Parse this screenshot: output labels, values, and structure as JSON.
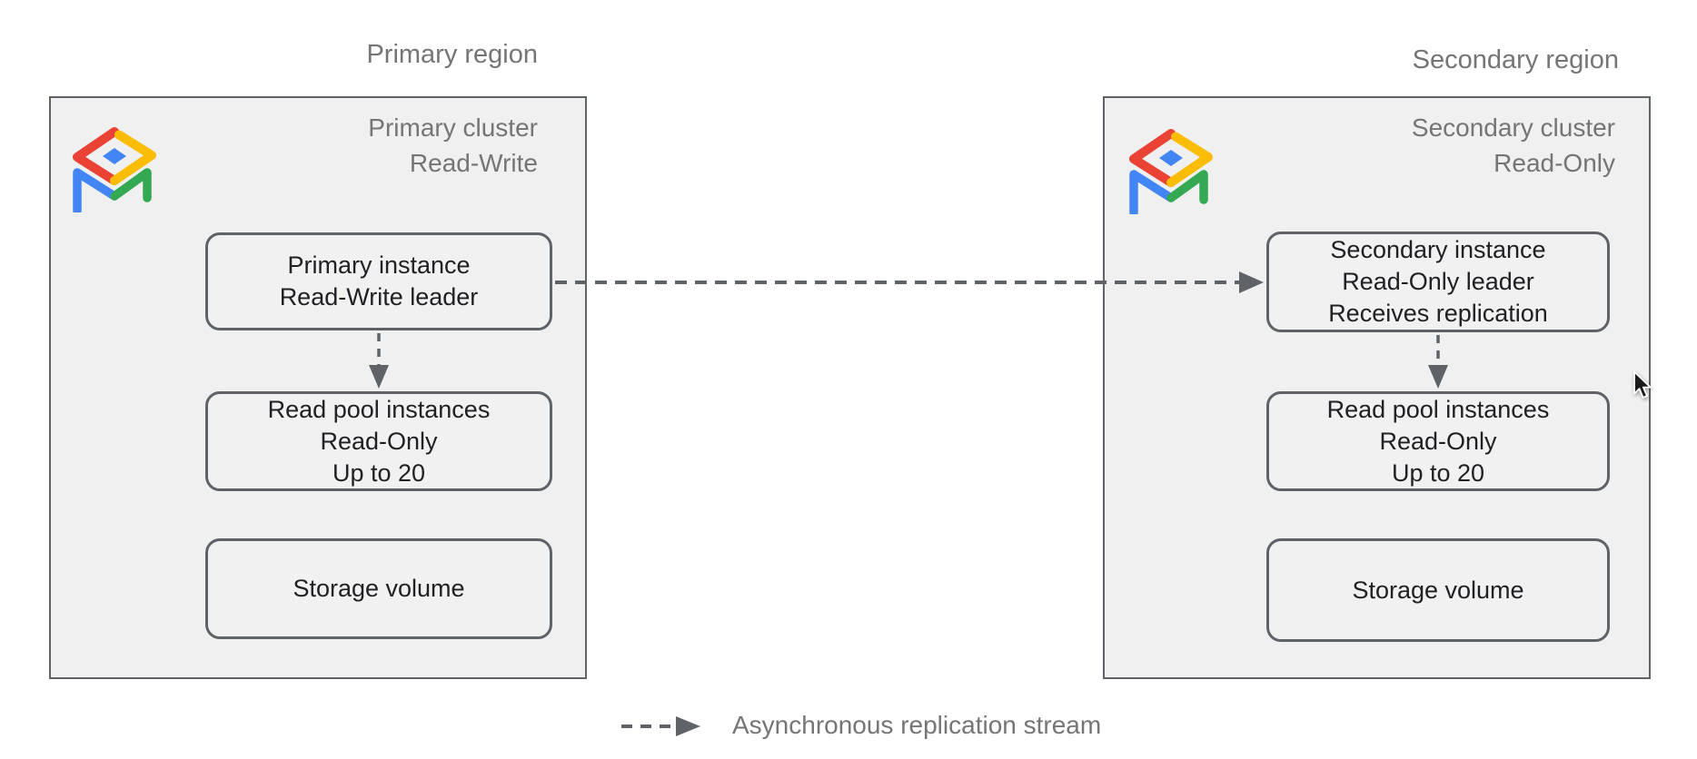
{
  "regions": [
    {
      "title": "Primary region",
      "cluster": {
        "name": "Primary cluster",
        "mode": "Read-Write",
        "boxes": [
          {
            "lines": [
              "Primary instance",
              "Read-Write leader"
            ]
          },
          {
            "lines": [
              "Read pool instances",
              "Read-Only",
              "Up to 20"
            ]
          },
          {
            "lines": [
              "Storage volume"
            ]
          }
        ]
      }
    },
    {
      "title": "Secondary region",
      "cluster": {
        "name": "Secondary cluster",
        "mode": "Read-Only",
        "boxes": [
          {
            "lines": [
              "Secondary instance",
              "Read-Only leader",
              "Receives replication"
            ]
          },
          {
            "lines": [
              "Read pool instances",
              "Read-Only",
              "Up to 20"
            ]
          },
          {
            "lines": [
              "Storage volume"
            ]
          }
        ]
      }
    }
  ],
  "legend": {
    "label": "Asynchronous replication stream"
  },
  "icons": {
    "cluster_logo": "alloydb-table-icon",
    "replication_arrow": "dashed-arrow-right-icon",
    "internal_arrow": "dashed-arrow-down-icon",
    "cursor": "mouse-pointer-icon"
  },
  "colors": {
    "page_bg": "#ffffff",
    "cluster_bg": "#f0f0f0",
    "node_bg": "#f1f1f1",
    "border_gray": "#5f6368",
    "arrow_gray": "#5f6368",
    "muted_text": "#757575",
    "node_text": "#202124",
    "logo_red": "#EA4335",
    "logo_yellow": "#FBBC04",
    "logo_green": "#34A853",
    "logo_blue": "#4285F4"
  }
}
